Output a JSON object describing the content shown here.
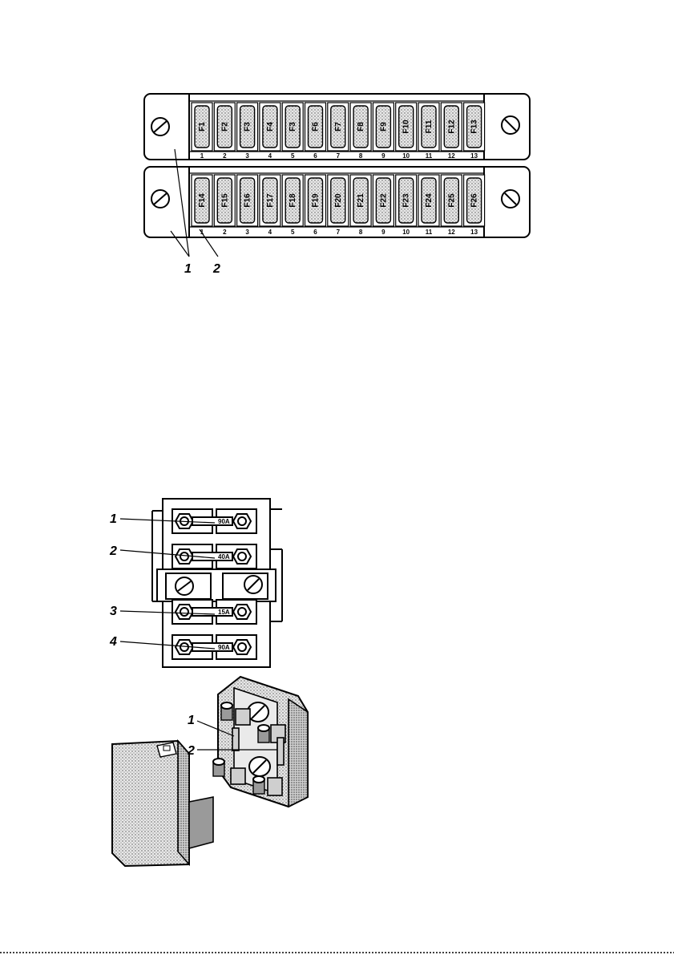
{
  "fuse_boxes": {
    "top_row": {
      "fuses": [
        "F1",
        "F2",
        "F3",
        "F4",
        "F3",
        "F6",
        "F7",
        "F8",
        "F9",
        "F10",
        "F11",
        "F12",
        "F13"
      ],
      "slots": [
        "1",
        "2",
        "3",
        "4",
        "5",
        "6",
        "7",
        "8",
        "9",
        "10",
        "11",
        "12",
        "13"
      ]
    },
    "bottom_row": {
      "fuses": [
        "F14",
        "F15",
        "F16",
        "F17",
        "F18",
        "F19",
        "F20",
        "F21",
        "F22",
        "F23",
        "F24",
        "F25",
        "F26"
      ],
      "slots": [
        "1",
        "2",
        "3",
        "4",
        "5",
        "6",
        "7",
        "8",
        "9",
        "10",
        "11",
        "12",
        "13"
      ]
    },
    "callouts": [
      "1",
      "2"
    ]
  },
  "power_fuse_block": {
    "ratings": [
      "90A",
      "40A",
      "15A",
      "90A"
    ],
    "callouts": [
      "1",
      "2",
      "3",
      "4"
    ]
  },
  "cover_view": {
    "callouts": [
      "1",
      "2"
    ]
  }
}
